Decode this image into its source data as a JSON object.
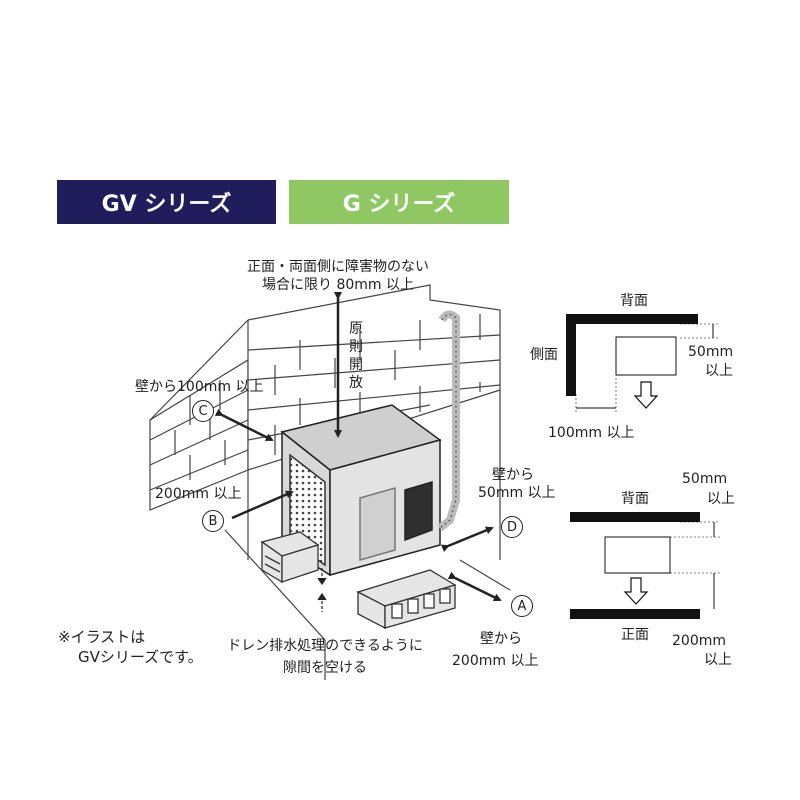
{
  "tabs": {
    "gv": "GV シリーズ",
    "g": "G シリーズ"
  },
  "labels": {
    "top_line1": "正面・両面側に障害物のない",
    "top_line2": "場合に限り 80mm 以上",
    "open_vertical": "原則開放",
    "c_label": "壁から100mm 以上",
    "b_label": "200mm 以上",
    "d_line1": "壁から",
    "d_line2": "50mm 以上",
    "a_line1": "壁から",
    "a_line2": "200mm 以上",
    "drain_line1": "ドレン排水処理のできるように",
    "drain_line2": "隙間を空ける",
    "note_line1": "※イラストは",
    "note_line2": "GVシリーズです。"
  },
  "markers": {
    "a": "A",
    "b": "B",
    "c": "C",
    "d": "D"
  },
  "plan_top": {
    "back": "背面",
    "side": "側面",
    "right_val": "50mm",
    "right_sub": "以上",
    "bottom": "100mm 以上"
  },
  "plan_bottom": {
    "top_val": "50mm",
    "top_sub": "以上",
    "back": "背面",
    "front": "正面",
    "bottom_val": "200mm",
    "bottom_sub": "以上"
  },
  "colors": {
    "gv_tab": "#1f1d5c",
    "g_tab": "#8fc862"
  }
}
